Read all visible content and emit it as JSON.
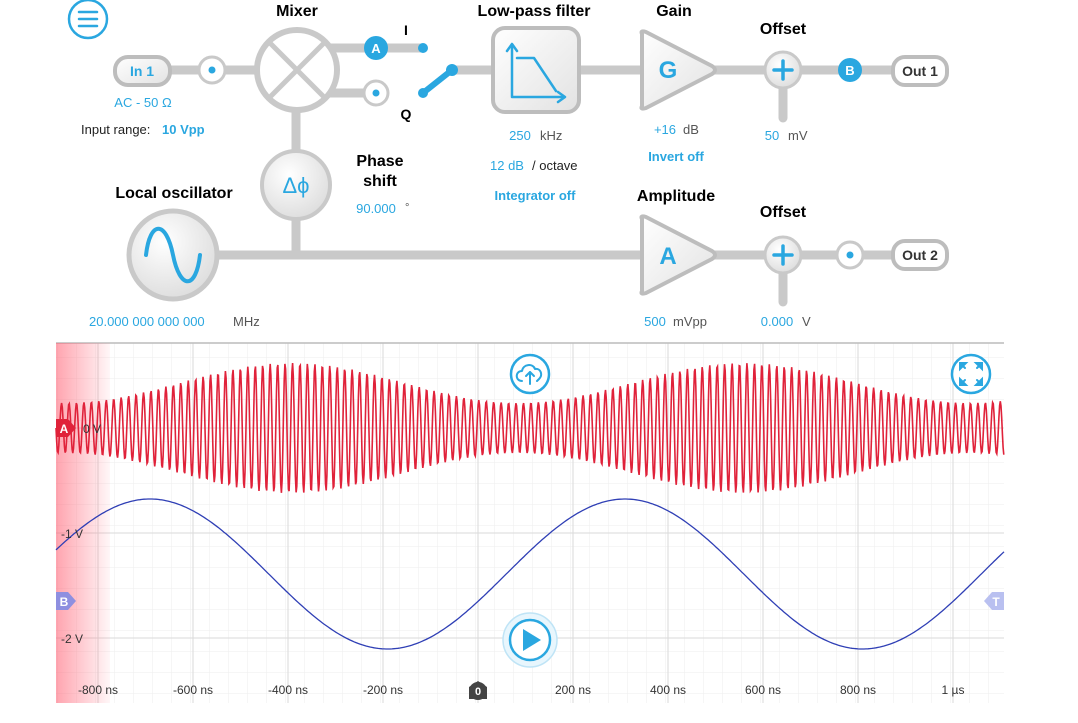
{
  "blocks": {
    "mixer": {
      "title": "Mixer",
      "label_i": "I",
      "label_q": "Q"
    },
    "lowpass": {
      "title": "Low-pass filter",
      "cutoff_value": "250",
      "cutoff_unit": "kHz",
      "slope_value": "12 dB",
      "slope_unit": "/ octave",
      "integrator": "Integrator off"
    },
    "gain": {
      "title": "Gain",
      "glyph": "G",
      "value": "+16",
      "unit": "dB",
      "invert": "Invert off"
    },
    "offset1": {
      "title": "Offset",
      "value": "50",
      "unit": "mV"
    },
    "offset2": {
      "title": "Offset",
      "value": "0.000",
      "unit": "V"
    },
    "amplitude": {
      "title": "Amplitude",
      "glyph": "A",
      "value": "500",
      "unit": "mVpp"
    },
    "phase": {
      "title_line1": "Phase",
      "title_line2": "shift",
      "glyph": "Δϕ",
      "value": "90.000",
      "unit": "°"
    },
    "oscillator": {
      "title": "Local oscillator",
      "value": "20.000 000 000 000",
      "unit": "MHz"
    },
    "input": {
      "label": "In 1",
      "coupling": "AC - 50 Ω",
      "range_label": "Input range:",
      "range_value": "10 Vpp"
    },
    "out1": {
      "label": "Out 1"
    },
    "out2": {
      "label": "Out 2"
    },
    "probe_a": "A",
    "probe_b": "B"
  },
  "scope": {
    "ch_a_label": "A",
    "ch_b_label": "B",
    "trigger_label": "T",
    "zero_label": "0",
    "y_labels": [
      "0 V",
      "-1 V",
      "-2 V"
    ],
    "x_labels": [
      "-800 ns",
      "-600 ns",
      "-400 ns",
      "-200 ns",
      "200 ns",
      "400 ns",
      "600 ns",
      "800 ns",
      "1 µs"
    ]
  },
  "colors": {
    "accent": "#2aa7e0",
    "channel_a": "#e0223a",
    "channel_b": "#2f3fb5",
    "pipe": "#c9c9c9"
  },
  "icons": {
    "menu": "menu-icon",
    "cloud": "cloud-upload-icon",
    "fullscreen": "expand-icon",
    "play": "play-icon"
  }
}
